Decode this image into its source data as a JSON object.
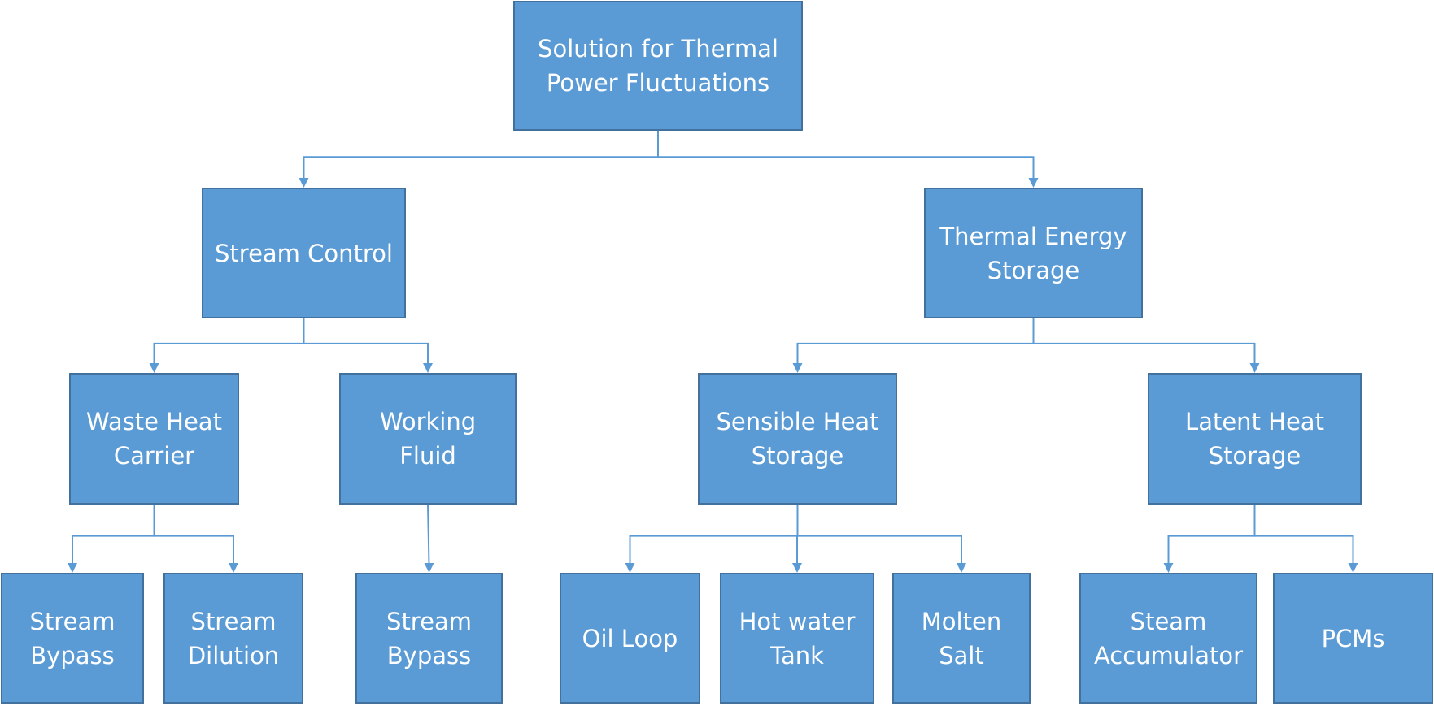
{
  "colors": {
    "box_fill": "#5B9BD5",
    "box_border": "#41719C",
    "connector": "#5B9BD5",
    "text": "#FFFFFF"
  },
  "nodes": {
    "root": {
      "label": "Solution for Thermal Power Fluctuations"
    },
    "stream_control": {
      "label": "Stream Control"
    },
    "thermal_energy_storage": {
      "label": "Thermal Energy Storage"
    },
    "waste_heat_carrier": {
      "label": "Waste Heat Carrier"
    },
    "working_fluid": {
      "label": "Working Fluid"
    },
    "sensible_heat_storage": {
      "label": "Sensible Heat Storage"
    },
    "latent_heat_storage": {
      "label": "Latent Heat Storage"
    },
    "stream_bypass_1": {
      "label": "Stream Bypass"
    },
    "stream_dilution": {
      "label": "Stream Dilution"
    },
    "stream_bypass_2": {
      "label": "Stream Bypass"
    },
    "oil_loop": {
      "label": "Oil Loop"
    },
    "hot_water_tank": {
      "label": "Hot water Tank"
    },
    "molten_salt": {
      "label": "Molten Salt"
    },
    "steam_accumulator": {
      "label": "Steam Accumulator"
    },
    "pcms": {
      "label": "PCMs"
    }
  },
  "edges": [
    {
      "from": "root",
      "to": "stream_control"
    },
    {
      "from": "root",
      "to": "thermal_energy_storage"
    },
    {
      "from": "stream_control",
      "to": "waste_heat_carrier"
    },
    {
      "from": "stream_control",
      "to": "working_fluid"
    },
    {
      "from": "thermal_energy_storage",
      "to": "sensible_heat_storage"
    },
    {
      "from": "thermal_energy_storage",
      "to": "latent_heat_storage"
    },
    {
      "from": "waste_heat_carrier",
      "to": "stream_bypass_1"
    },
    {
      "from": "waste_heat_carrier",
      "to": "stream_dilution"
    },
    {
      "from": "working_fluid",
      "to": "stream_bypass_2"
    },
    {
      "from": "sensible_heat_storage",
      "to": "oil_loop"
    },
    {
      "from": "sensible_heat_storage",
      "to": "hot_water_tank"
    },
    {
      "from": "sensible_heat_storage",
      "to": "molten_salt"
    },
    {
      "from": "latent_heat_storage",
      "to": "steam_accumulator"
    },
    {
      "from": "latent_heat_storage",
      "to": "pcms"
    }
  ]
}
